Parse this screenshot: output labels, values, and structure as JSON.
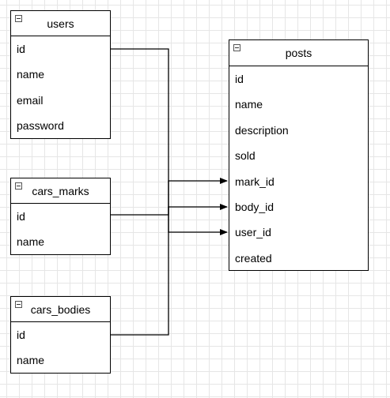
{
  "tables": {
    "users": {
      "title": "users",
      "fields": [
        "id",
        "name",
        "email",
        "password"
      ]
    },
    "cars_marks": {
      "title": "cars_marks",
      "fields": [
        "id",
        "name"
      ]
    },
    "cars_bodies": {
      "title": "cars_bodies",
      "fields": [
        "id",
        "name"
      ]
    },
    "posts": {
      "title": "posts",
      "fields": [
        "id",
        "name",
        "description",
        "sold",
        "mark_id",
        "body_id",
        "user_id",
        "created"
      ]
    }
  },
  "relations": [
    {
      "from": "cars_marks.id",
      "to": "posts.mark_id"
    },
    {
      "from": "cars_bodies.id",
      "to": "posts.body_id"
    },
    {
      "from": "users.id",
      "to": "posts.user_id"
    }
  ],
  "colors": {
    "grid": "#e6e6e6",
    "line": "#000000",
    "background": "#ffffff"
  },
  "icons": {
    "table_collapse": "minus-box-icon"
  }
}
